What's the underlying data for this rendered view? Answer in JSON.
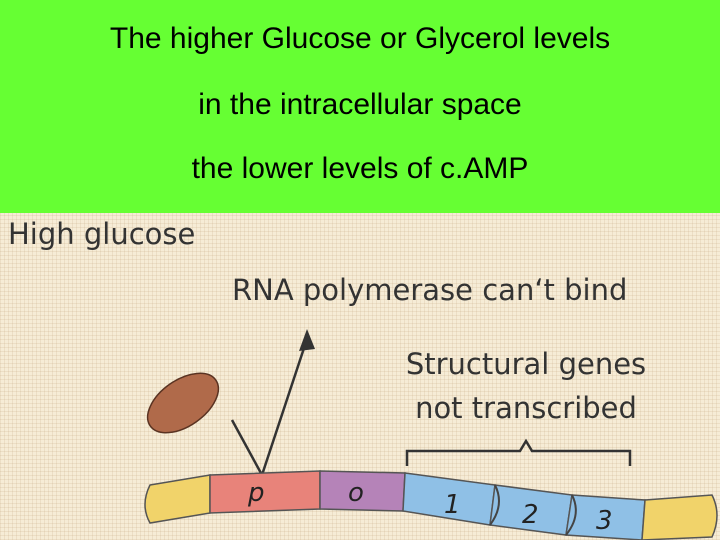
{
  "header": {
    "line1": "The higher Glucose or Glycerol levels",
    "line2": "in the intracellular space",
    "line3": "the lower levels of c.AMP",
    "background": "#66ff33"
  },
  "figure": {
    "title": "High glucose",
    "polymerase_note": "RNA polymerase can‘t bind",
    "genes_note_line1": "Structural genes",
    "genes_note_line2": "not transcribed",
    "segments": {
      "promoter": "p",
      "operator": "o",
      "gene1": "1",
      "gene2": "2",
      "gene3": "3"
    },
    "colors": {
      "promoter": "#e8837a",
      "operator": "#b583b8",
      "genes": "#8fc0e6",
      "ends": "#f1d36a",
      "protein": "#b06a4a",
      "background": "#f6ecd6"
    }
  }
}
